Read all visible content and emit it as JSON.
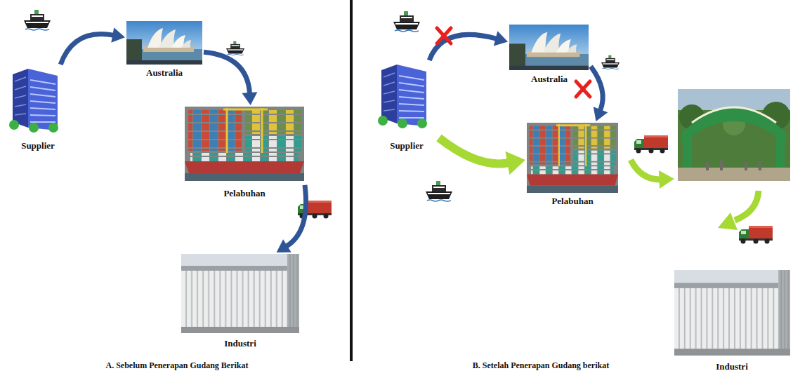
{
  "diagram": {
    "nodes": [
      {
        "text": [
          "Supplier"
        ]
      },
      {
        "text": [
          "Australia"
        ]
      },
      {
        "text": [
          "Pelabuhan"
        ]
      },
      {
        "text": [
          "Industri"
        ]
      },
      {
        "text": [
          "Supplier"
        ]
      },
      {
        "text": [
          "Australia"
        ]
      },
      {
        "text": [
          "Pelabuhan"
        ]
      },
      {
        "text": [
          "Industri"
        ]
      }
    ],
    "edges": [
      {
        "from": 0,
        "to": 1,
        "arrow": "to"
      },
      {
        "from": 1,
        "to": 2,
        "arrow": "to"
      },
      {
        "from": 2,
        "to": 3,
        "arrow": "to"
      },
      {
        "from": 4,
        "to": 5,
        "arrow": "to"
      },
      {
        "from": 5,
        "to": 6,
        "arrow": "to"
      },
      {
        "from": 4,
        "to": 6,
        "arrow": "to"
      }
    ],
    "labels": [
      "A. Sebelum Penerapan Gudang Berikat",
      "B. Setelah Penerapan Gudang berikat"
    ]
  }
}
